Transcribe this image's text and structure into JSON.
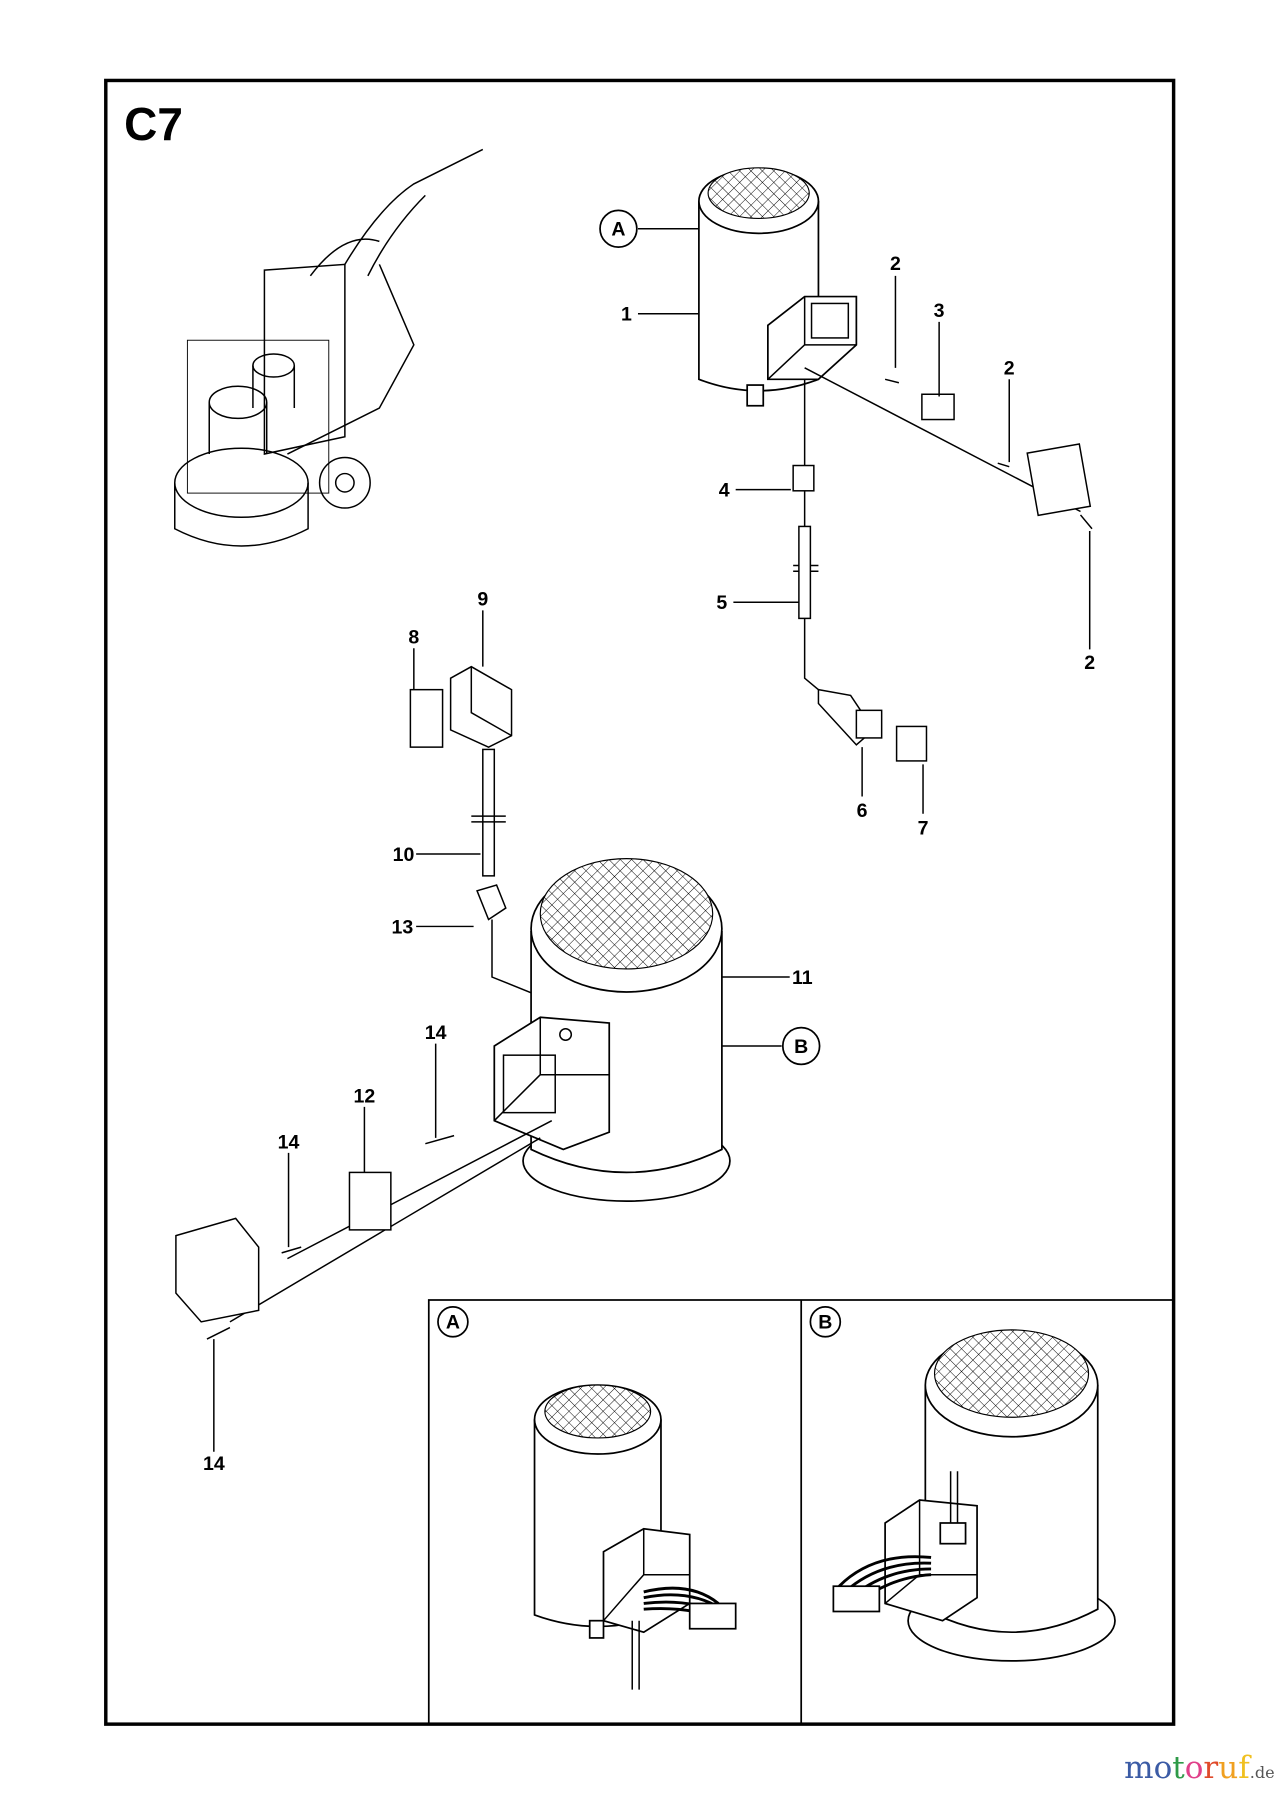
{
  "title": "C7",
  "callouts": {
    "a": "A",
    "b": "B"
  },
  "parts": {
    "p1": "1",
    "p2a": "2",
    "p3": "3",
    "p2b": "2",
    "p4": "4",
    "p5": "5",
    "p2c": "2",
    "p6": "6",
    "p7": "7",
    "p8": "8",
    "p9": "9",
    "p10": "10",
    "p13": "13",
    "p11": "11",
    "p14a": "14",
    "p12": "12",
    "p14b": "14",
    "p14c": "14"
  },
  "insets": {
    "a_label": "A",
    "b_label": "B"
  },
  "watermark": {
    "letters": [
      "m",
      "o",
      "t",
      "o",
      "r",
      "u",
      "f"
    ],
    "colors": [
      "#3b5ba5",
      "#3b5ba5",
      "#2e9a48",
      "#e0408a",
      "#e04a2a",
      "#f0a020",
      "#f0c020"
    ],
    "suffix": ".de"
  }
}
